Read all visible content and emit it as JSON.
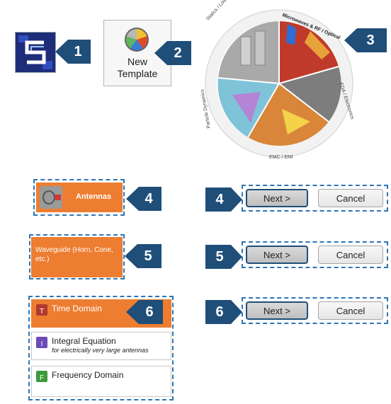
{
  "callouts": {
    "c1": "1",
    "c2": "2",
    "c3": "3",
    "c4a": "4",
    "c4b": "4",
    "c5a": "5",
    "c5b": "5",
    "c6a": "6",
    "c6b": "6"
  },
  "new_template": {
    "line1": "New",
    "line2": "Template"
  },
  "wheel": {
    "labels": [
      "Statics / Low Frequency",
      "Microwaves & RF / Optical",
      "EDA / Electronics",
      "EMC / EMI",
      "Particle Dynamics"
    ]
  },
  "row4": {
    "item_label": "Antennas",
    "next_label": "Next >",
    "cancel_label": "Cancel"
  },
  "row5": {
    "item_label": "Waveguide (Horn, Cone, etc.)",
    "next_label": "Next >",
    "cancel_label": "Cancel"
  },
  "row6": {
    "options": [
      {
        "title": "Time Domain",
        "subtitle": "",
        "icon": "T"
      },
      {
        "title": "Integral Equation",
        "subtitle": "for electrically very large antennas",
        "icon": "I"
      },
      {
        "title": "Frequency Domain",
        "subtitle": "",
        "icon": "F"
      }
    ],
    "next_label": "Next >",
    "cancel_label": "Cancel"
  },
  "colors": {
    "callout": "#1f4e79",
    "highlight": "#ed7d31",
    "dashed": "#2e75b6"
  }
}
